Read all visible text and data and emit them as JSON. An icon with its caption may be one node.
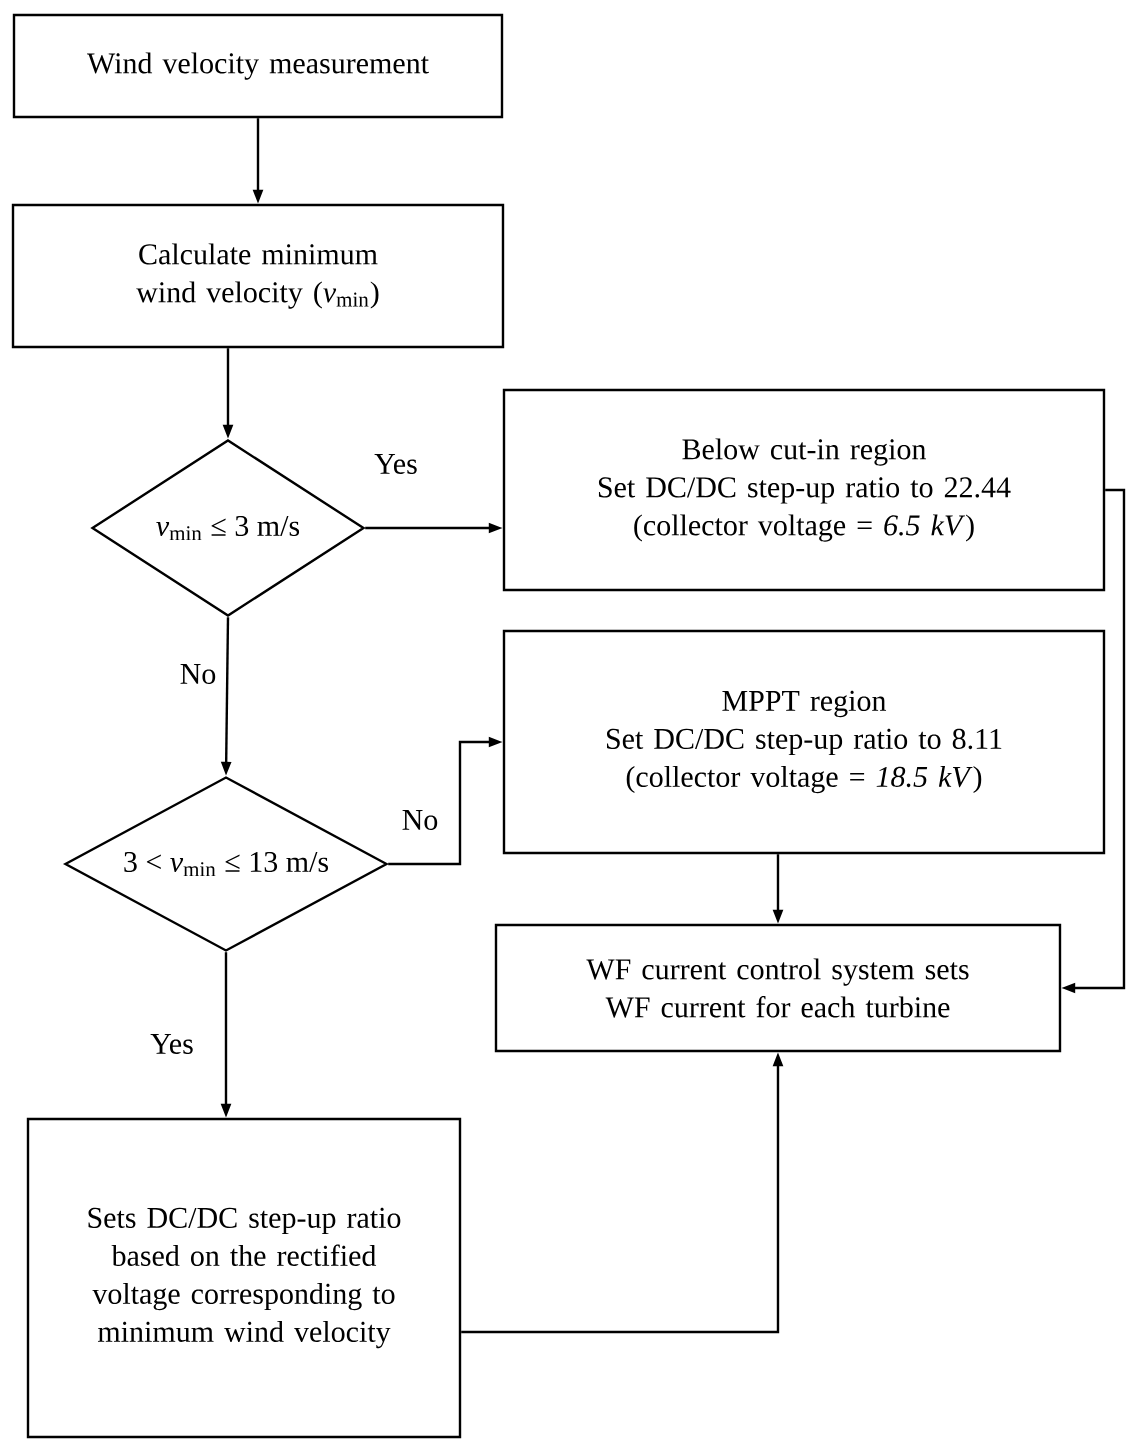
{
  "diagram": {
    "nodes": [
      {
        "text": [
          "Wind velocity measurement"
        ]
      },
      {
        "text": [
          "Calculate minimum wind velocity (*v*$_{min}$)"
        ]
      },
      {
        "text": [
          "*v*$_{min}$ ≤ 3 m/s"
        ]
      },
      {
        "text": [
          "Below cut-in region",
          "Set DC/DC step-up ratio to 22.44",
          "(collector voltage = *6.5 kV*)"
        ]
      },
      {
        "text": [
          "MPPT region",
          "Set DC/DC step-up ratio to 8.11",
          "(collector voltage = *18.5 kV*)"
        ]
      },
      {
        "text": [
          "3 < *v*$_{min}$ ≤ 13 m/s"
        ]
      },
      {
        "text": [
          "WF current control system sets WF current for each turbine"
        ]
      },
      {
        "text": [
          "Sets DC/DC step-up ratio based on the rectified voltage corresponding to minimum wind velocity"
        ]
      }
    ],
    "edges": [
      {
        "from": 0,
        "to": 1,
        "arrow": "to"
      },
      {
        "from": 1,
        "to": 2,
        "arrow": "to"
      },
      {
        "from": 2,
        "to": 3,
        "arrow": "to",
        "label": "Yes"
      },
      {
        "from": 2,
        "to": 5,
        "arrow": "to",
        "label": "No"
      },
      {
        "from": 5,
        "to": 4,
        "arrow": "to",
        "label": "No"
      },
      {
        "from": 5,
        "to": 7,
        "arrow": "to",
        "label": "Yes"
      },
      {
        "from": 4,
        "to": 6,
        "arrow": "to"
      },
      {
        "from": 7,
        "to": 6,
        "arrow": "to"
      },
      {
        "from": 3,
        "to": 6,
        "arrow": "to"
      }
    ]
  }
}
